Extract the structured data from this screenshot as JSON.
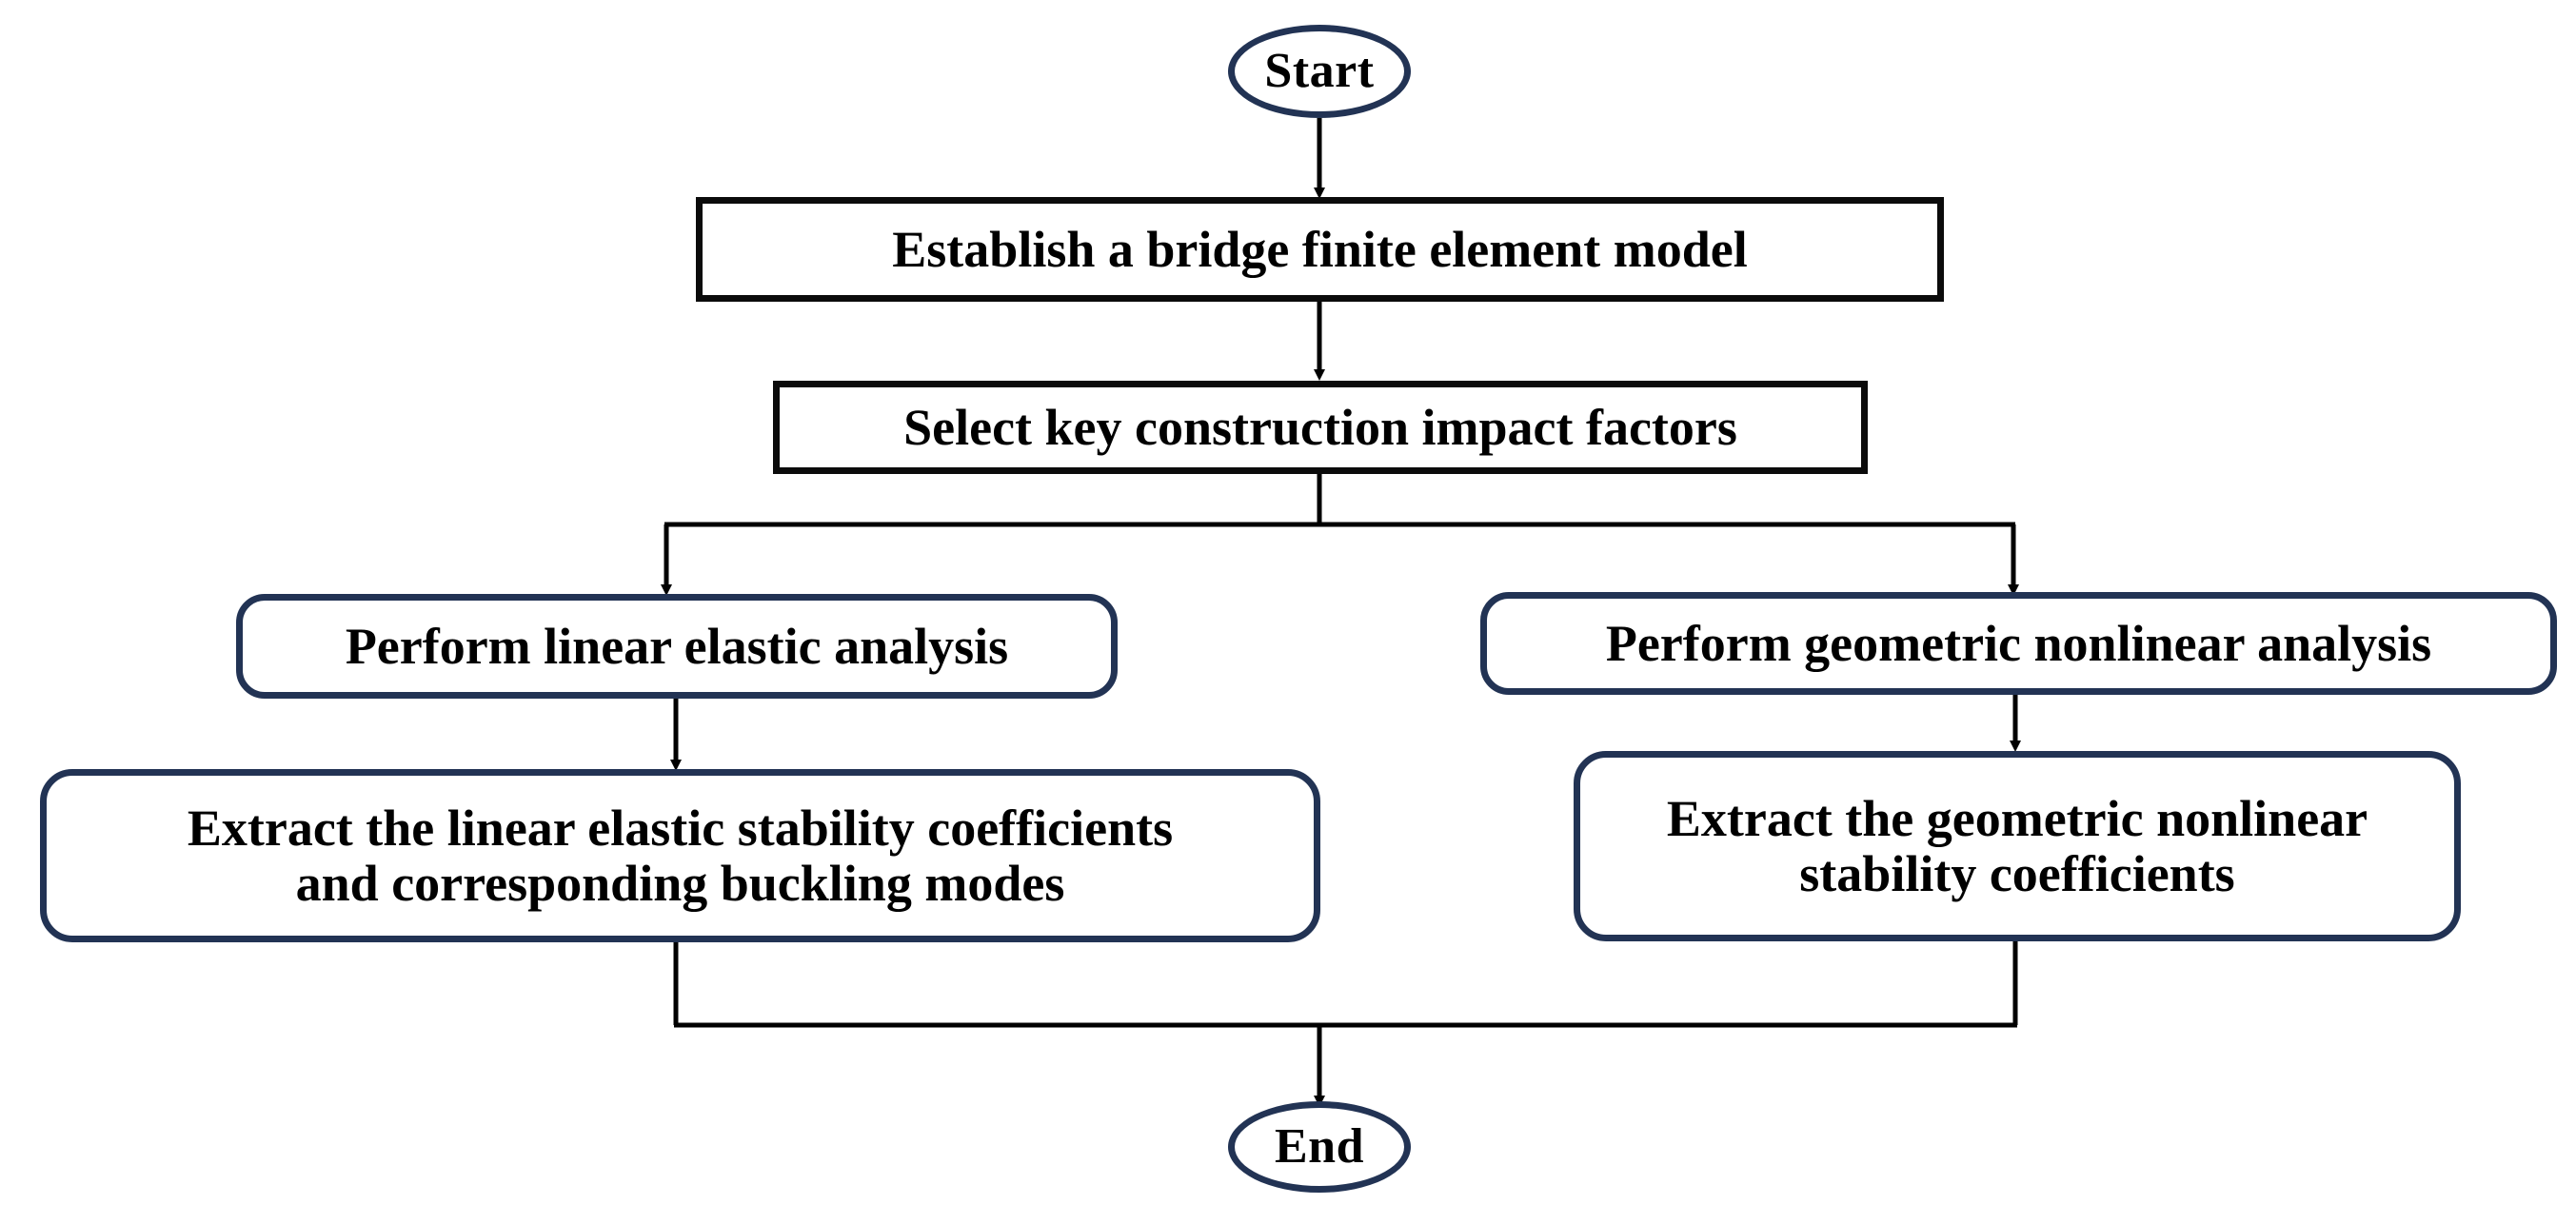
{
  "diagram": {
    "title": "Bridge stability analysis workflow flowchart",
    "colors": {
      "navy_border": "#223354",
      "black_border": "#0b0b0b",
      "text": "#000000",
      "background": "#ffffff",
      "connector": "#000000"
    },
    "nodes": [
      {
        "id": "start",
        "label": "Start",
        "shape": "ellipse",
        "border_color": "#223354"
      },
      {
        "id": "establish-model",
        "label": "Establish a bridge finite element model",
        "shape": "rectangle",
        "border_color": "#0b0b0b"
      },
      {
        "id": "select-factors",
        "label": "Select key construction impact factors",
        "shape": "rectangle",
        "border_color": "#0b0b0b"
      },
      {
        "id": "linear-elastic-analysis",
        "label": "Perform linear elastic analysis",
        "shape": "rounded-rectangle",
        "border_color": "#223354"
      },
      {
        "id": "geometric-nonlinear-analysis",
        "label": "Perform geometric nonlinear analysis",
        "shape": "rounded-rectangle",
        "border_color": "#223354"
      },
      {
        "id": "extract-linear-elastic",
        "label": "Extract the linear elastic stability coefficients\nand corresponding buckling modes",
        "shape": "rounded-rectangle",
        "border_color": "#223354"
      },
      {
        "id": "extract-geometric-nonlinear",
        "label": "Extract the geometric nonlinear\nstability coefficients",
        "shape": "rounded-rectangle",
        "border_color": "#223354"
      },
      {
        "id": "end",
        "label": "End",
        "shape": "ellipse",
        "border_color": "#223354"
      }
    ],
    "edges": [
      {
        "id": "edge-start-to-establish",
        "from": "start",
        "to": "establish-model",
        "arrow": true
      },
      {
        "id": "edge-establish-to-select",
        "from": "establish-model",
        "to": "select-factors",
        "arrow": true
      },
      {
        "id": "edge-select-to-linear",
        "from": "select-factors",
        "to": "linear-elastic-analysis",
        "arrow": true
      },
      {
        "id": "edge-select-to-nonlinear",
        "from": "select-factors",
        "to": "geometric-nonlinear-analysis",
        "arrow": true
      },
      {
        "id": "edge-linear-to-extract-linear",
        "from": "linear-elastic-analysis",
        "to": "extract-linear-elastic",
        "arrow": true
      },
      {
        "id": "edge-nonlinear-to-extract-nonlinear",
        "from": "geometric-nonlinear-analysis",
        "to": "extract-geometric-nonlinear",
        "arrow": true
      },
      {
        "id": "edge-extract-linear-to-end",
        "from": "extract-linear-elastic",
        "to": "end",
        "arrow": true
      },
      {
        "id": "edge-extract-nonlinear-to-end",
        "from": "extract-geometric-nonlinear",
        "to": "end",
        "arrow": false
      }
    ]
  }
}
